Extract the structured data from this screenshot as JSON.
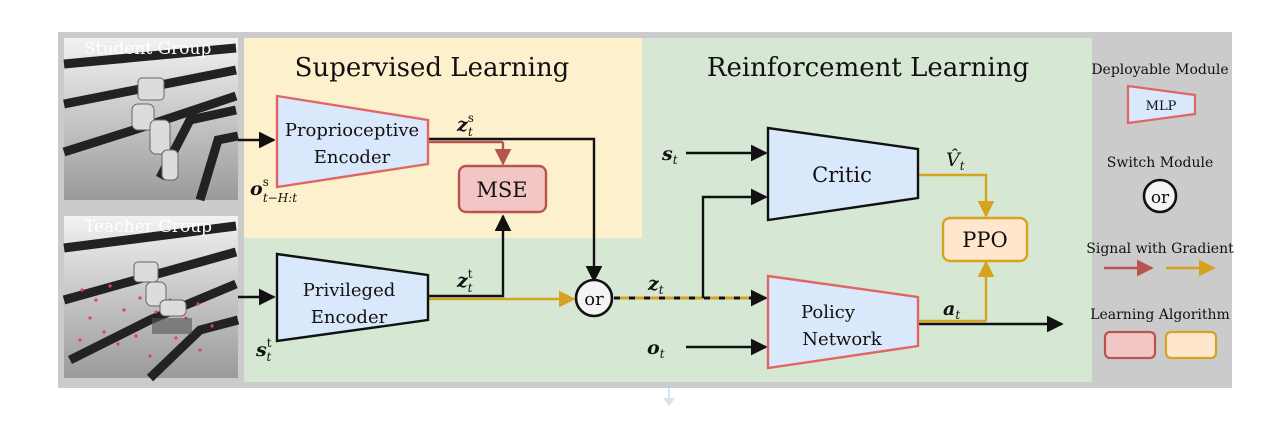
{
  "scenes": {
    "student_label": "Student Group",
    "teacher_label": "Teacher Group"
  },
  "sections": {
    "supervised_title": "Supervised Learning",
    "rl_title": "Reinforcement Learning"
  },
  "modules": {
    "proprio_line1": "Proprioceptive",
    "proprio_line2": "Encoder",
    "privileged_line1": "Privileged",
    "privileged_line2": "Encoder",
    "mse": "MSE",
    "switch": "or",
    "critic": "Critic",
    "policy_line1": "Policy",
    "policy_line2": "Network",
    "ppo": "PPO"
  },
  "signals": {
    "o_student": "o",
    "o_student_sup": "s",
    "o_student_sub": "t−H:t",
    "s_teacher": "s",
    "s_teacher_sup": "t",
    "s_teacher_sub": "t",
    "z_student": "z",
    "z_student_sup": "s",
    "z_student_sub": "t",
    "z_teacher": "z",
    "z_teacher_sup": "t",
    "z_teacher_sub": "t",
    "z_t": "z",
    "z_t_sub": "t",
    "s_t": "s",
    "s_t_sub": "t",
    "o_t": "o",
    "o_t_sub": "t",
    "v_hat": "V̂",
    "v_hat_sub": "t",
    "a_t": "a",
    "a_t_sub": "t"
  },
  "legend": {
    "deployable_title": "Deployable Module",
    "deployable_example": "MLP",
    "switch_title": "Switch Module",
    "switch_example": "or",
    "gradient_title": "Signal with Gradient",
    "algorithm_title": "Learning Algorithm"
  },
  "colors": {
    "outer_bg": "#cbcbcb",
    "supervised_bg": "#fdf1cd",
    "rl_bg": "#d6e8d4",
    "encoder_fill": "#dae8fc",
    "encoder_stroke": "#e06666",
    "mse_fill": "#f3c6c6",
    "mse_stroke": "#b85450",
    "ppo_fill": "#ffe6cc",
    "ppo_stroke": "#d6a220",
    "gradient_red": "#b85450",
    "gradient_gold": "#d6a220"
  }
}
